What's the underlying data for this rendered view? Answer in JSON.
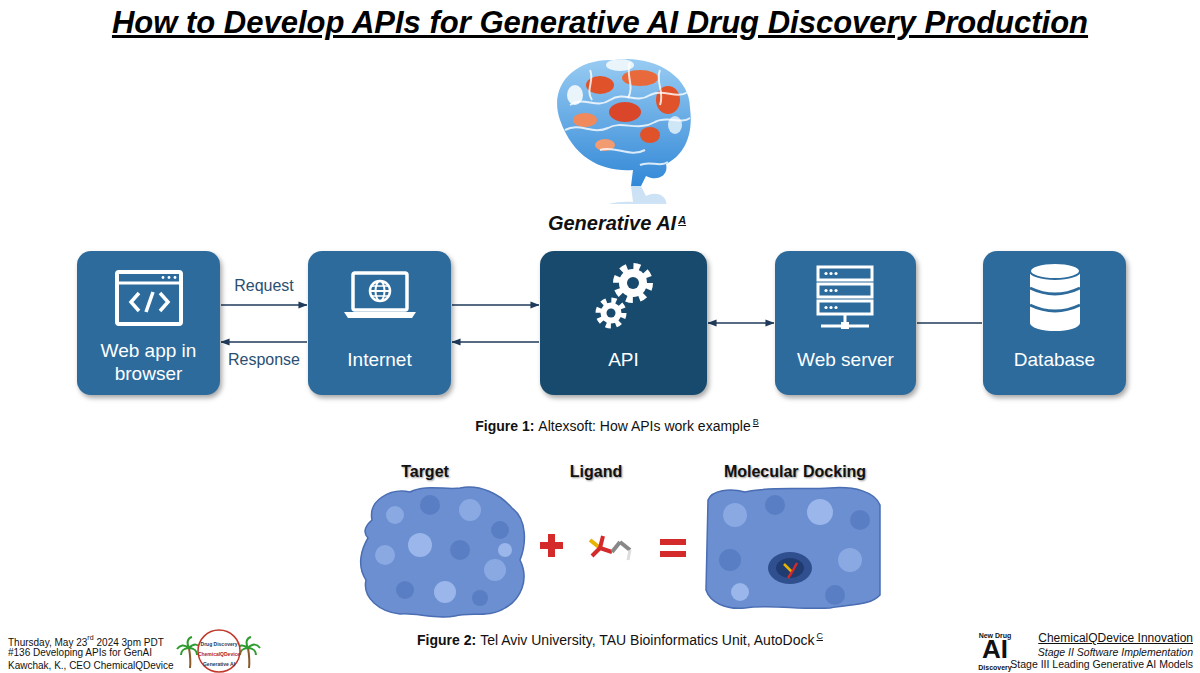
{
  "diagram": {
    "title": "How to Develop APIs for Generative AI Drug Discovery Production",
    "nodes": [
      {
        "text": [
          "Web app in browser"
        ]
      },
      {
        "text": [
          "Internet"
        ]
      },
      {
        "text": [
          "API"
        ]
      },
      {
        "text": [
          "Web server"
        ]
      },
      {
        "text": [
          "Database"
        ]
      }
    ],
    "edges": [
      {
        "from": 0,
        "to": 1,
        "arrow": "to",
        "label": "Request"
      },
      {
        "from": 1,
        "to": 0,
        "arrow": "to",
        "label": "Response"
      },
      {
        "from": 1,
        "to": 2,
        "arrow": "to"
      },
      {
        "from": 2,
        "to": 1,
        "arrow": "to"
      },
      {
        "from": 2,
        "to": 3,
        "arrow": "both"
      },
      {
        "from": 3,
        "to": 4,
        "arrow": "none"
      }
    ],
    "labels": [
      "Generative AI",
      "A",
      "Figure 1:",
      "Altexsoft: How APIs work example",
      "B",
      "Target",
      "Ligand",
      "Molecular Docking",
      "Figure 2:",
      "Tel Aviv University, TAU Bioinformatics Unit, AutoDock",
      "C",
      "Thursday, May 23",
      "rd",
      "2024 3pm PDT",
      "#136 Developing APIs for GenAI",
      "Kawchak, K., CEO ChemicalQDevice",
      "Drug Discovery",
      "ChemicalQDevice",
      "Generative AI",
      "New Drug",
      "AI",
      "Discovery",
      "ChemicalQDevice Innovation",
      "Stage II Software Implementation",
      "Stage III Leading Generative AI Models"
    ]
  }
}
